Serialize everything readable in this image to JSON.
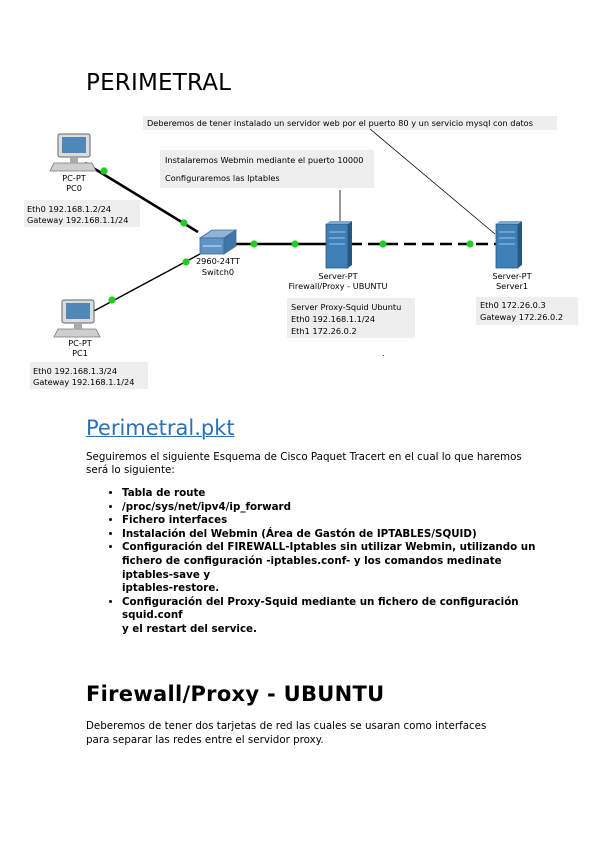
{
  "title": "PERIMETRAL",
  "diagram": {
    "pc0": {
      "type": "PC-PT",
      "name": "PC0",
      "eth": "Eth0 192.168.1.2/24",
      "gw": "Gateway 192.168.1.1/24"
    },
    "pc1": {
      "type": "PC-PT",
      "name": "PC1",
      "eth": "Eth0 192.168.1.3/24",
      "gw": "Gateway 192.168.1.1/24"
    },
    "switch": {
      "model": "2960-24TT",
      "name": "Switch0"
    },
    "firewall": {
      "type": "Server-PT",
      "name": "Firewall/Proxy -  UBUNTU",
      "desc": "Server Proxy-Squid Ubuntu",
      "eth0": "Eth0 192.168.1.1/24",
      "eth1": "Eth1 172.26.0.2"
    },
    "server1": {
      "type": "Server-PT",
      "name": "Server1",
      "eth": "Eth0 172.26.0.3",
      "gw": "Gateway 172.26.0.2"
    },
    "note_webmin": "Instalaremos Webmin mediante el puerto 10000",
    "note_iptables": "Configuraremos las Iptables",
    "note_server": "Deberemos de tener instalado un servidor web por el puerto 80 y un servicio mysql con datos",
    "dot": "."
  },
  "link_text": "Perimetral.pkt",
  "intro": "Seguiremos el siguiente Esquema de Cisco Paquet Tracert en el cual lo que haremos será lo siguiente:",
  "bullets": [
    "Tabla de route",
    " /proc/sys/net/ipv4/ip_forward",
    "Fichero interfaces",
    " Instalación del Webmin (Área de Gastón de IPTABLES/SQUID)",
    "Configuración del FIREWALL-Iptables sin utilizar Webmin, utilizando un\nfichero de configuración -iptables.conf- y los comandos medinate iptables-save y\niptables-restore.",
    "Configuración del Proxy-Squid mediante un fichero de configuración squid.conf\ny el restart del service."
  ],
  "section_heading": "Firewall/Proxy - UBUNTU",
  "section_text": "Deberemos de tener dos tarjetas de red las cuales se usaran como interfaces para separar las redes entre el servidor proxy.",
  "colors": {
    "link": "#2f6fb7",
    "link_dot": "#22cc22",
    "server": "#3e7fb8",
    "label_bg": "#eeeeee"
  }
}
